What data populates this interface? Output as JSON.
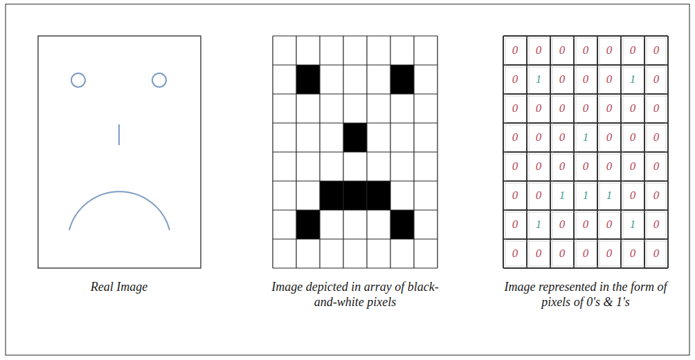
{
  "diagram": {
    "labels": [
      "0",
      "0",
      "0",
      "0",
      "0",
      "0",
      "0",
      "0",
      "1",
      "0",
      "0",
      "0",
      "1",
      "0",
      "0",
      "0",
      "0",
      "0",
      "0",
      "0",
      "0",
      "0",
      "0",
      "0",
      "1",
      "0",
      "0",
      "0",
      "0",
      "0",
      "0",
      "0",
      "0",
      "0",
      "0",
      "0",
      "0",
      "1",
      "1",
      "1",
      "0",
      "0",
      "0",
      "1",
      "0",
      "0",
      "0",
      "1",
      "0",
      "0",
      "0",
      "0",
      "0",
      "0",
      "0",
      "0",
      "Real Image",
      "Image depicted in array of black-and-white pixels",
      "Image represented in the form of pixels of 0's & 1's"
    ]
  }
}
